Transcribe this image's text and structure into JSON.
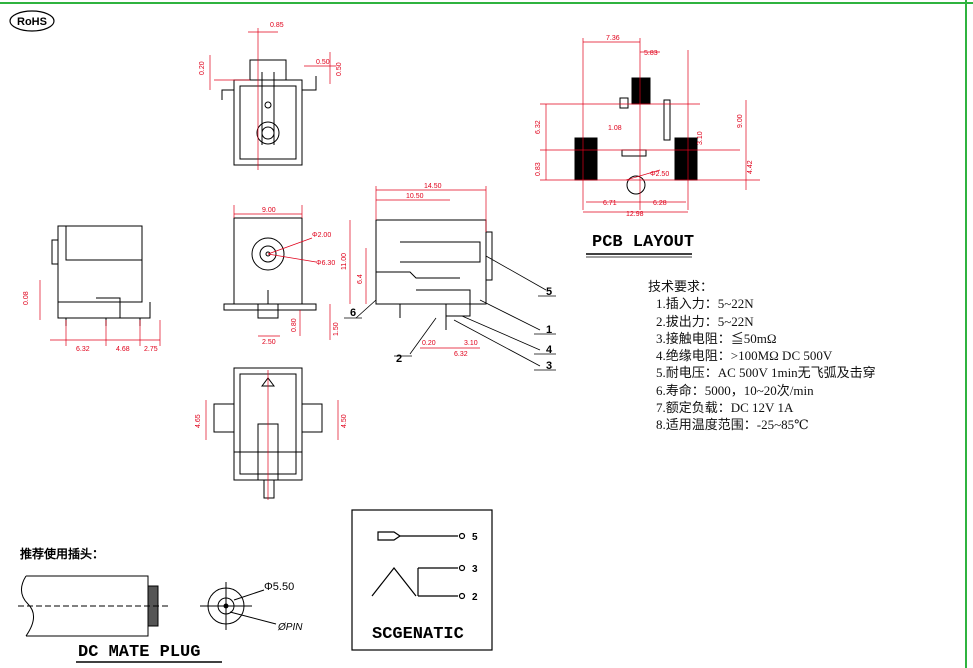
{
  "badges": {
    "rohs": "RoHS"
  },
  "titles": {
    "pcb_layout": "PCB LAYOUT",
    "dc_mate_plug": "DC MATE PLUG",
    "schematic": "SCGENATIC",
    "recommended_plug": "推荐使用插头："
  },
  "requirements": {
    "heading": "技术要求：",
    "items": [
      "1.插入力：5~22N",
      "2.拔出力：5~22N",
      "3.接触电阻：≦50mΩ",
      "4.绝缘电阻：>100MΩ  DC 500V",
      "5.耐电压：AC 500V 1min无飞弧及击穿",
      "6.寿命：5000，10~20次/min",
      "7.额定负载：DC 12V 1A",
      "8.适用温度范围：-25~85℃"
    ]
  },
  "dimensions": {
    "top": [
      "0.85",
      "0.20",
      "0.50",
      "0.50"
    ],
    "front_left": [
      "0.08",
      "6.32",
      "4.68",
      "2.75"
    ],
    "front": [
      "9.00",
      "Φ2.00",
      "Φ6.30",
      "2.50",
      "0.80",
      "1.50"
    ],
    "side": [
      "14.50",
      "10.50",
      "11.00",
      "6.4",
      "0.20",
      "3.10",
      "6.32"
    ],
    "bottom": [
      "4.65",
      "4.50"
    ],
    "pcb": [
      "7.36",
      "5.83",
      "6.32",
      "1.08",
      "9.00",
      "3.10",
      "0.83",
      "4.42",
      "Φ2.50",
      "6.71",
      "6.28",
      "12.98"
    ],
    "plug": [
      "Φ5.50",
      "ØPIN"
    ]
  },
  "callouts": [
    "5",
    "6",
    "1",
    "4",
    "2",
    "3"
  ],
  "schematic_pins": [
    "5",
    "3",
    "2"
  ]
}
